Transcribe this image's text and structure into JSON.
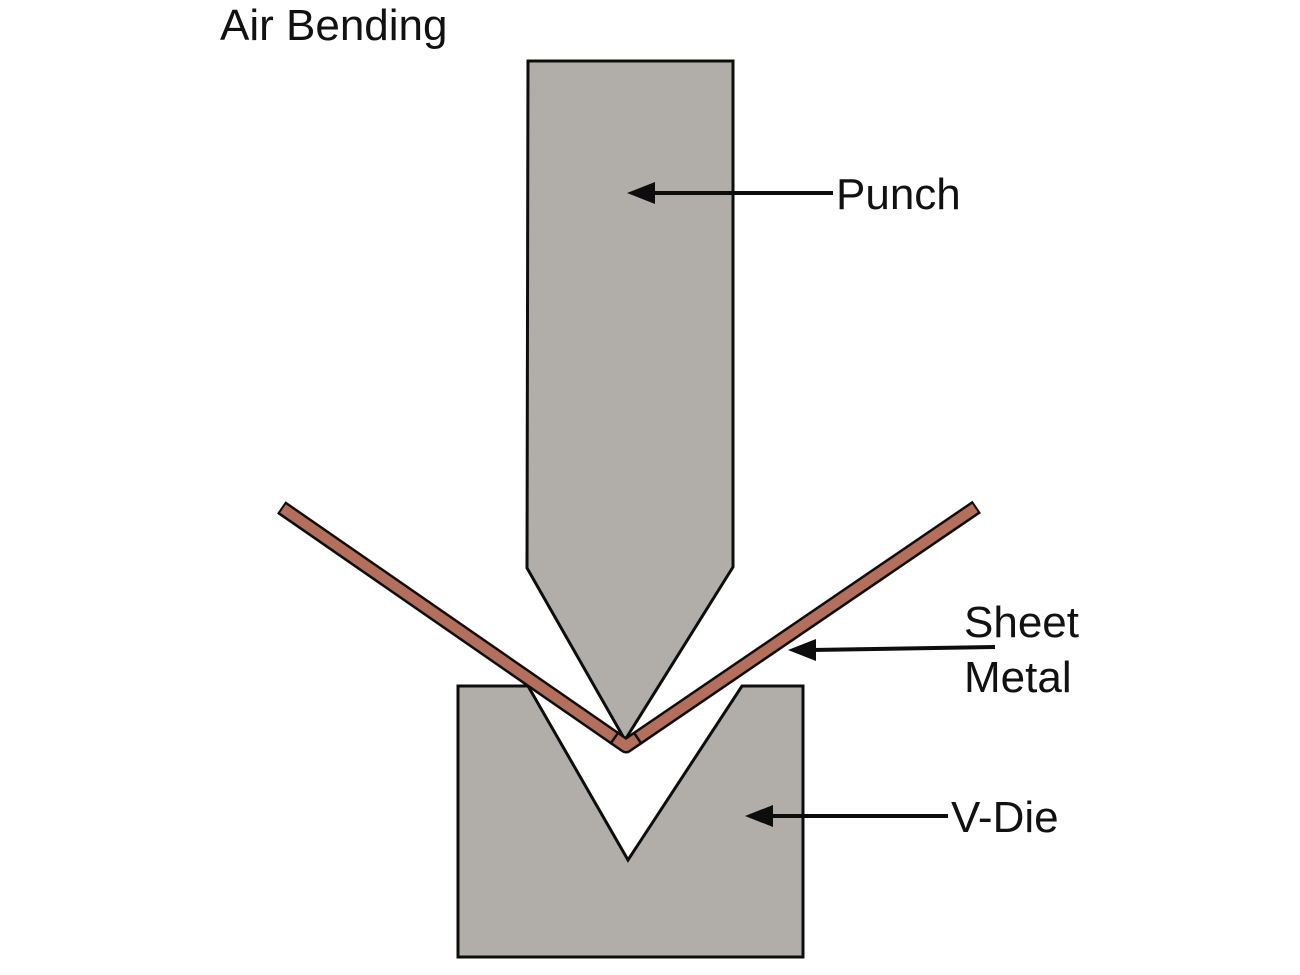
{
  "title": "Air Bending",
  "callouts": {
    "punch": {
      "label": "Punch"
    },
    "sheet": {
      "line1": "Sheet",
      "line2": "Metal"
    },
    "v_die": {
      "label": "V-Die"
    }
  },
  "colors": {
    "background": "#ffffff",
    "part_gray": "#b1aea9",
    "sheet_copper": "#b36f5c",
    "line_black": "#0d0d0d",
    "text_black": "#111111"
  }
}
